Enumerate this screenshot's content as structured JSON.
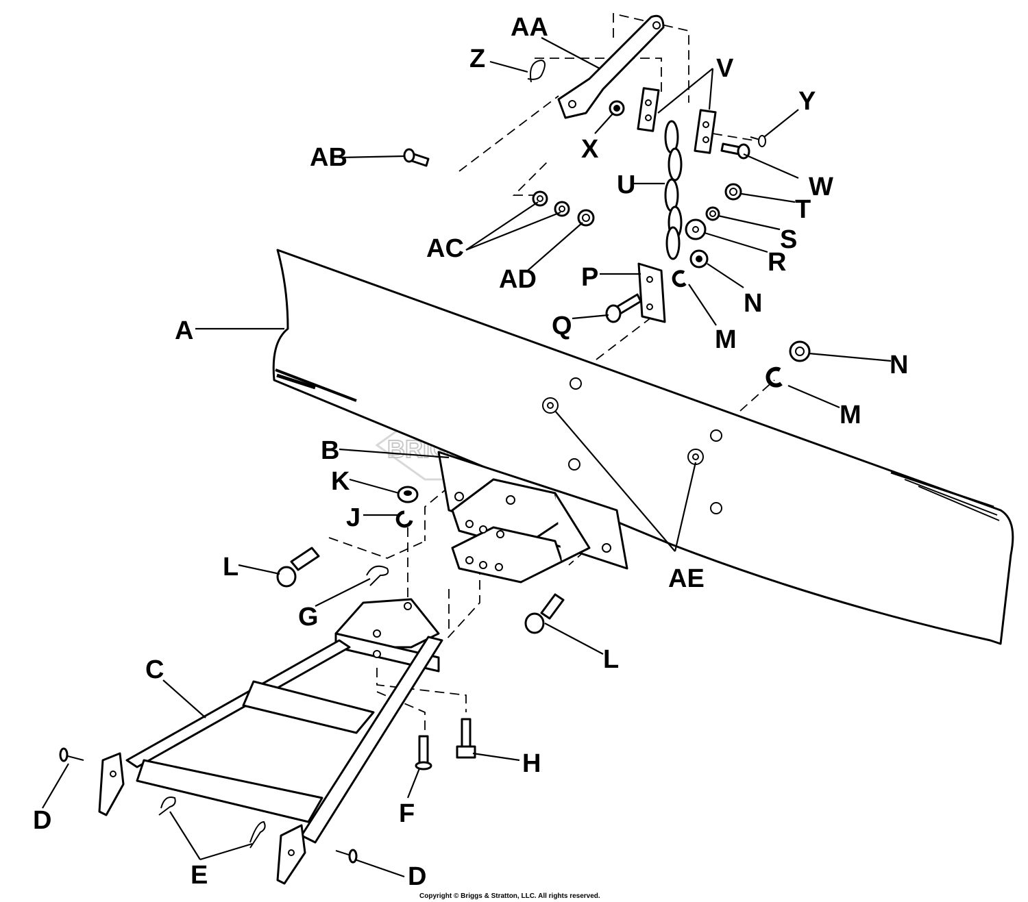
{
  "labels": {
    "AA": "AA",
    "Z": "Z",
    "V": "V",
    "Y": "Y",
    "X": "X",
    "AB": "AB",
    "W": "W",
    "U": "U",
    "T": "T",
    "S": "S",
    "AC": "AC",
    "R": "R",
    "AD": "AD",
    "P": "P",
    "N": "N",
    "A": "A",
    "Q": "Q",
    "M": "M",
    "B": "B",
    "K": "K",
    "J": "J",
    "AE": "AE",
    "L": "L",
    "G": "G",
    "C": "C",
    "H": "H",
    "D": "D",
    "F": "F",
    "E": "E"
  },
  "watermark": "BRIGGS & STRATTON",
  "copyright": "Copyright © Briggs & Stratton, LLC. All rights reserved."
}
